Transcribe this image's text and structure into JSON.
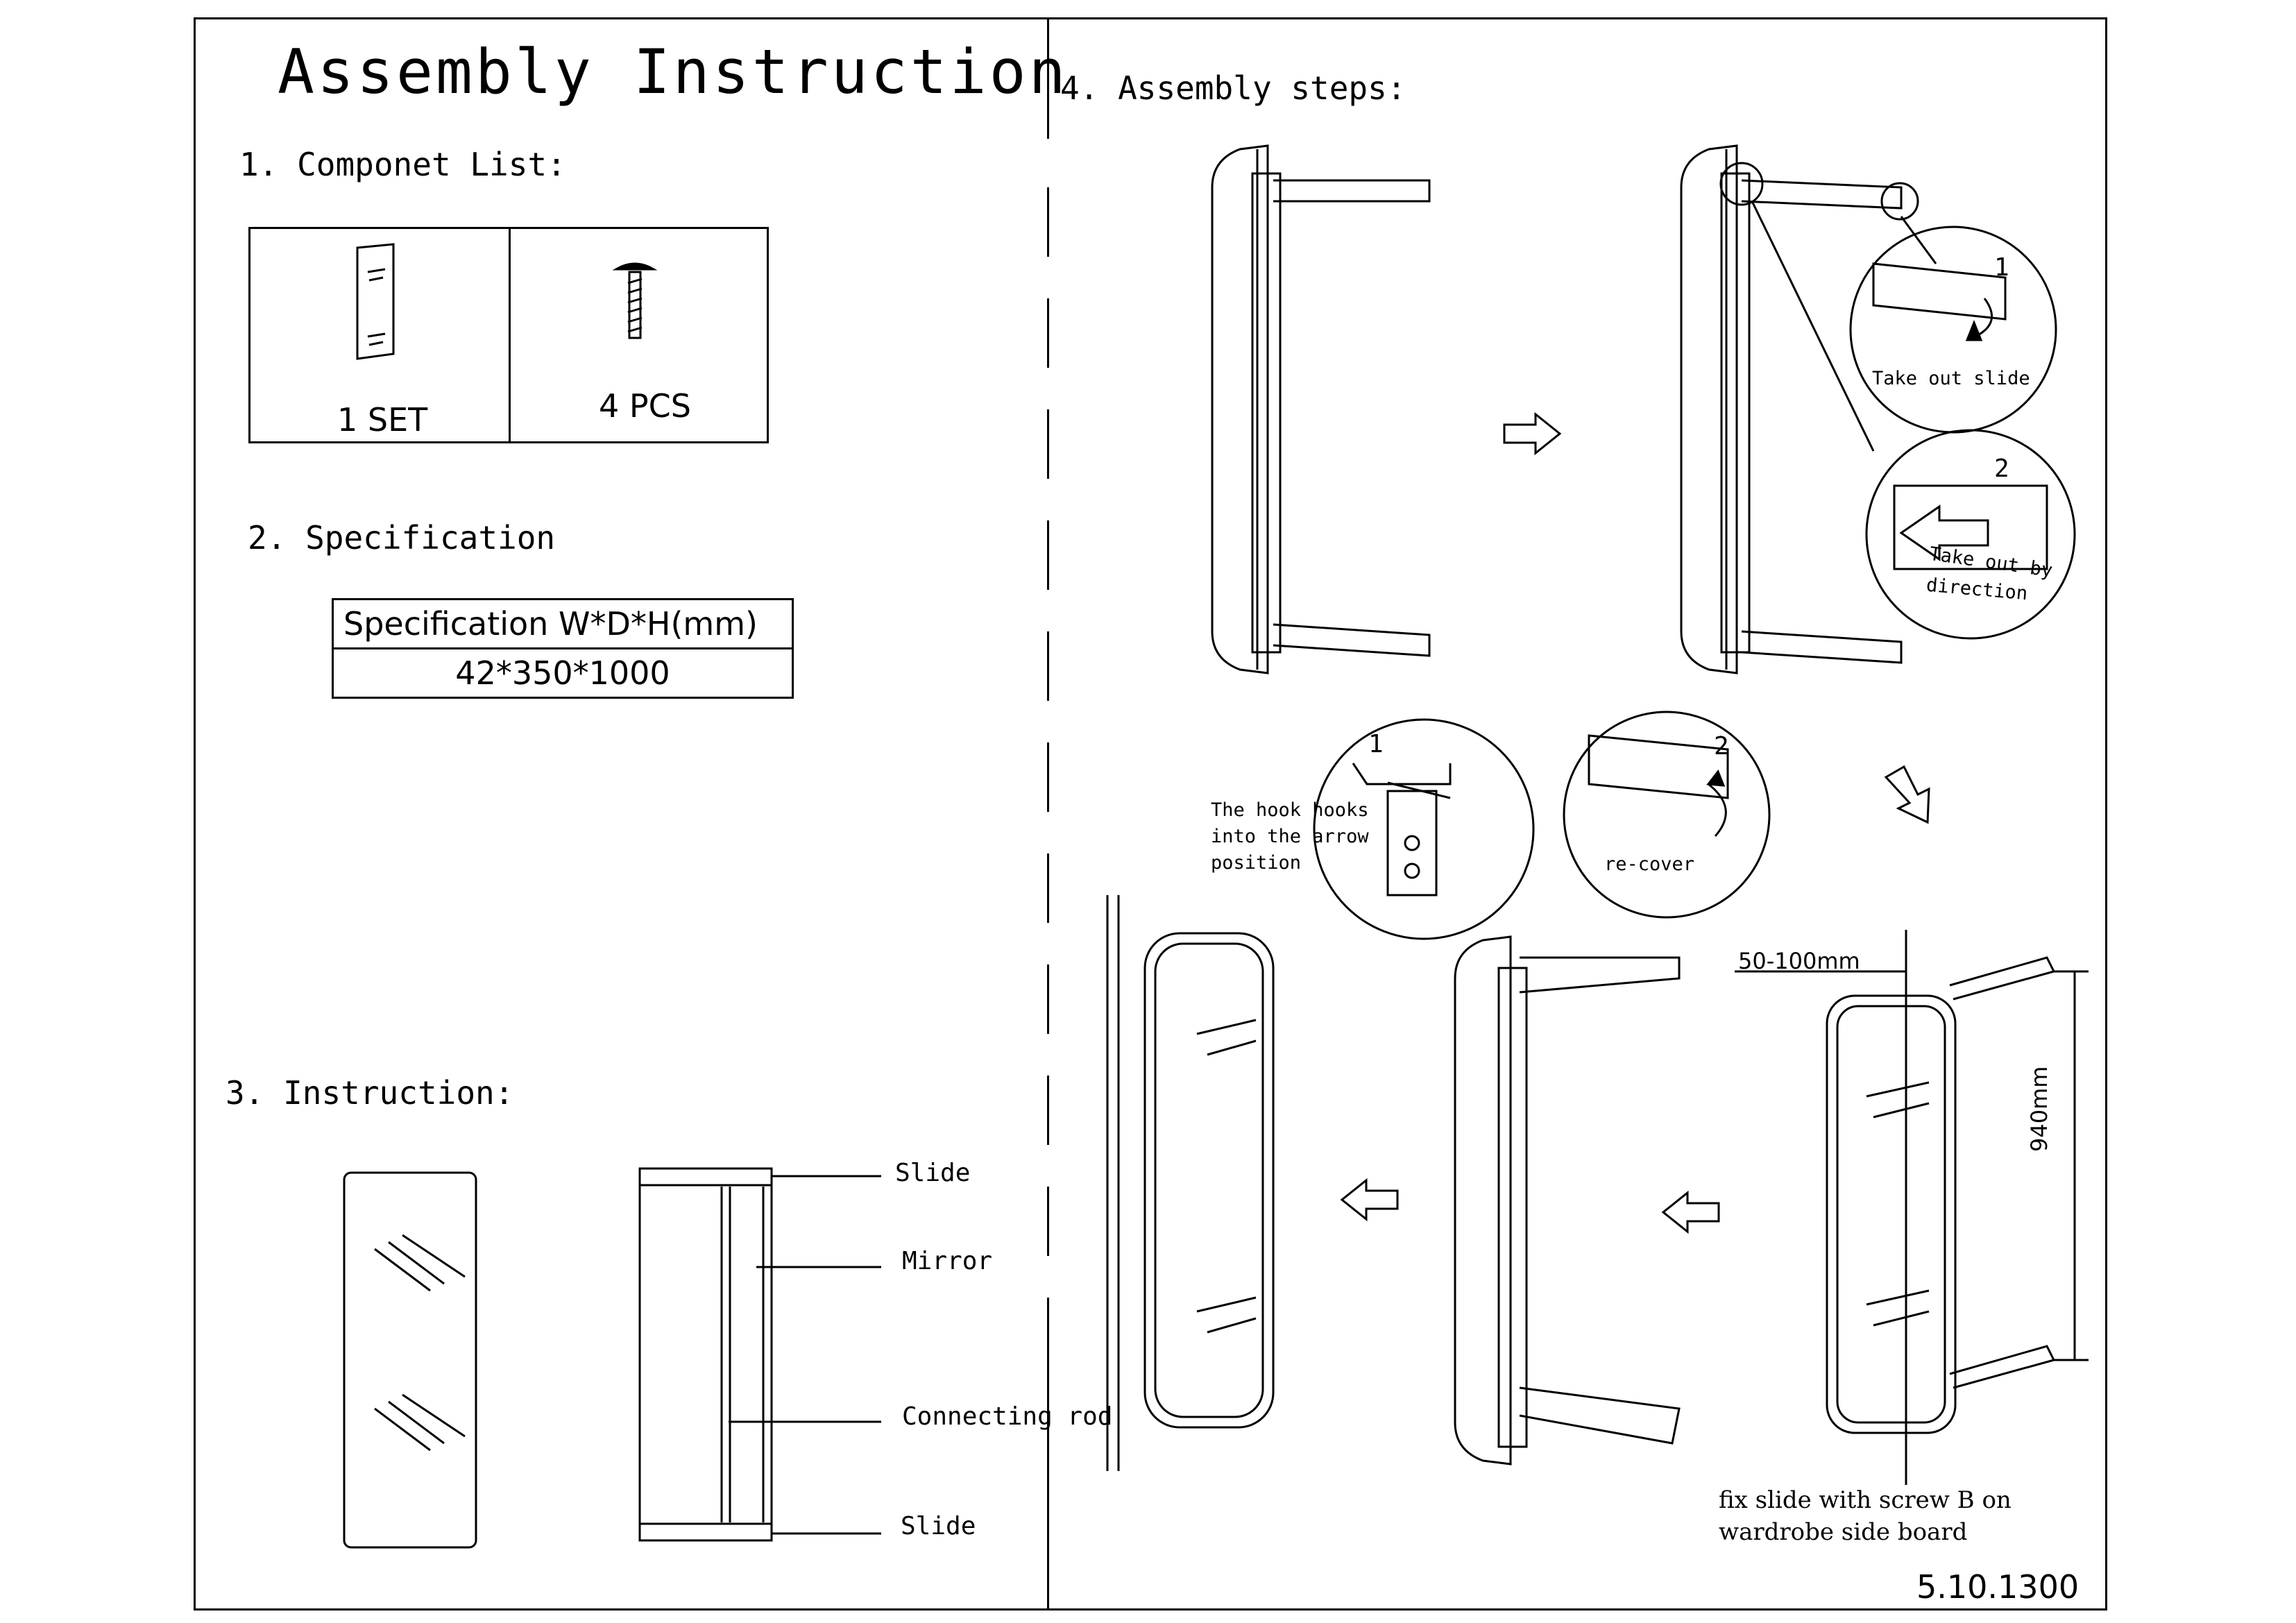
{
  "title": "Assembly Instruction",
  "sections": {
    "components": {
      "heading": "1. Componet List:",
      "items": [
        {
          "qty": "1 SET",
          "icon": "mirror-panel-icon"
        },
        {
          "qty": "4 PCS",
          "icon": "screw-icon"
        }
      ]
    },
    "specification": {
      "heading": "2. Specification",
      "header": "Specification  W*D*H(mm)",
      "value": "42*350*1000"
    },
    "instruction": {
      "heading": "3. Instruction:",
      "labels": [
        "Slide",
        "Mirror",
        "Connecting rod",
        "Slide"
      ]
    },
    "assembly": {
      "heading": "4. Assembly  steps:",
      "callouts": {
        "take_out_slide": "Take out  slide",
        "take_out_direction_1": "Take out by",
        "take_out_direction_2": "direction",
        "hook_1": "The hook hooks",
        "hook_2": "into the arrow",
        "hook_3": "position",
        "recover": "re-cover",
        "step_1": "1",
        "step_2": "2",
        "step_1b": "1",
        "step_2b": "2",
        "dim_gap": "50-100mm",
        "dim_height": "940mm",
        "fix_1": "fix slide with  screw B on",
        "fix_2": "wardrobe side board"
      }
    }
  },
  "model_number": "5.10.1300"
}
